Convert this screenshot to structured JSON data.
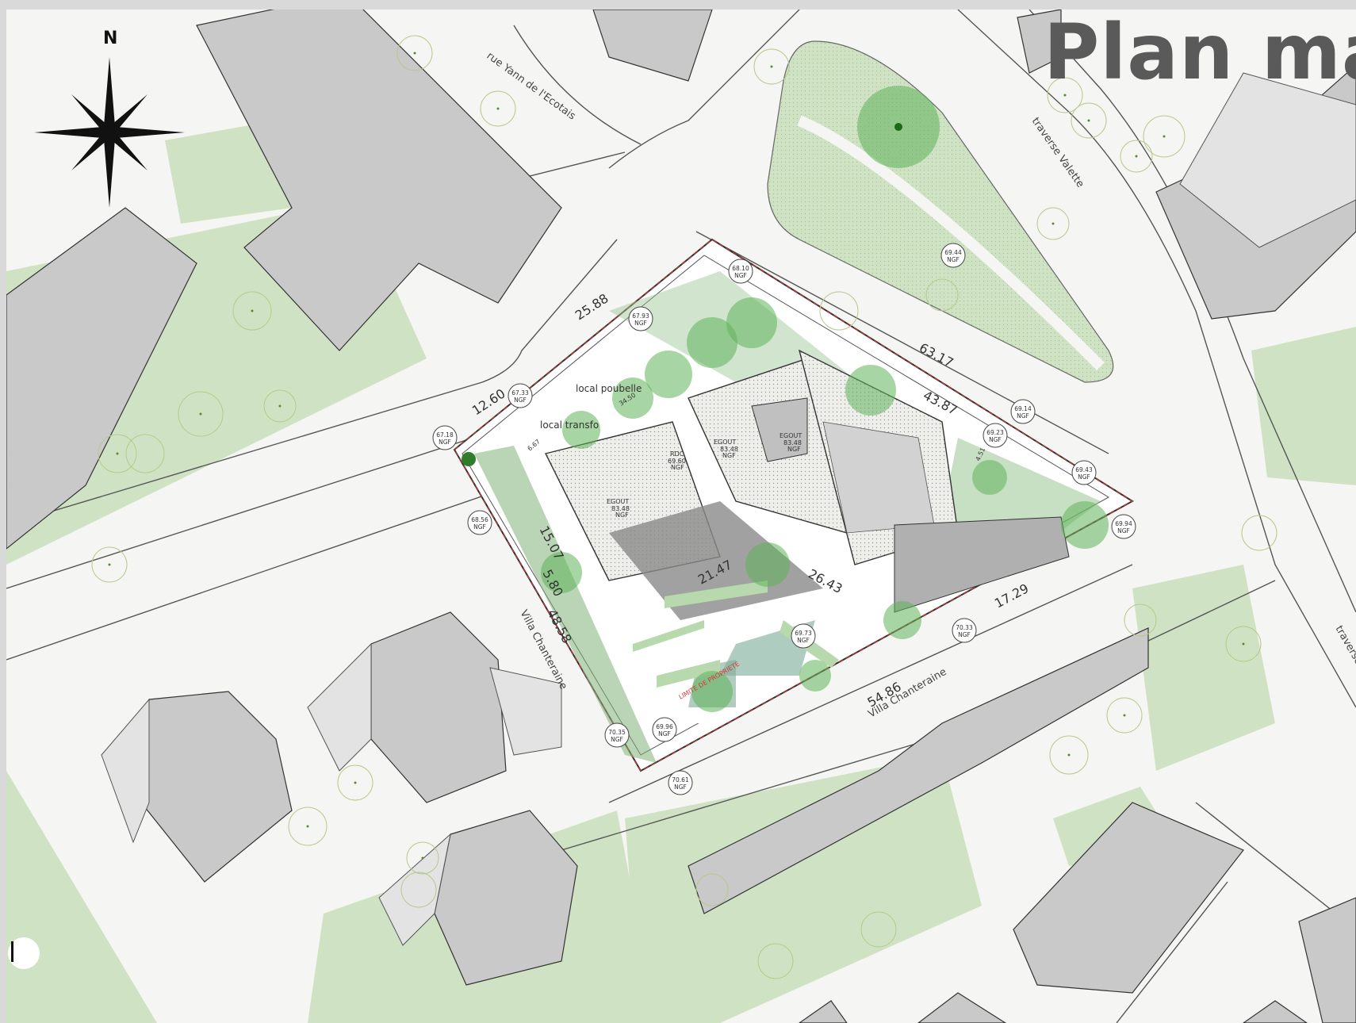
{
  "title": "Plan mas",
  "compass": {
    "north_label": "N"
  },
  "streets": [
    "rue Yann de l'Ecotais",
    "traverse Valette",
    "traverse V",
    "Villa Chanteraine",
    "Villa Chanteraine"
  ],
  "dimensions": [
    "25.88",
    "12.60",
    "63.17",
    "43.87",
    "15.07",
    "5.80",
    "21.47",
    "26.43",
    "17.29",
    "48.58",
    "54.86",
    "34.50",
    "4.51",
    "6.67"
  ],
  "ngf_markers": [
    {
      "value": "68.10",
      "unit": "NGF"
    },
    {
      "value": "67.93",
      "unit": "NGF"
    },
    {
      "value": "67.33",
      "unit": "NGF"
    },
    {
      "value": "67.18",
      "unit": "NGF"
    },
    {
      "value": "68.56",
      "unit": "NGF"
    },
    {
      "value": "69.44",
      "unit": "NGF"
    },
    {
      "value": "69.14",
      "unit": "NGF"
    },
    {
      "value": "69.23",
      "unit": "NGF"
    },
    {
      "value": "69.43",
      "unit": "NGF"
    },
    {
      "value": "69.94",
      "unit": "NGF"
    },
    {
      "value": "70.33",
      "unit": "NGF"
    },
    {
      "value": "69.73",
      "unit": "NGF"
    },
    {
      "value": "70.35",
      "unit": "NGF"
    },
    {
      "value": "69.96",
      "unit": "NGF"
    },
    {
      "value": "70.61",
      "unit": "NGF"
    }
  ],
  "rooms": [
    "local poubelle",
    "local transfo",
    "EGOUT",
    "EGOUT",
    "EGOUT",
    "RDC"
  ],
  "small_labels": [
    {
      "label": "83.48",
      "unit": "NGF"
    },
    {
      "label": "83.48",
      "unit": "NGF"
    },
    {
      "label": "69.60",
      "unit": "NGF"
    },
    {
      "label": "83.48",
      "unit": "NGF"
    },
    {
      "label": "LIMITE DE PROPRIETE"
    }
  ]
}
